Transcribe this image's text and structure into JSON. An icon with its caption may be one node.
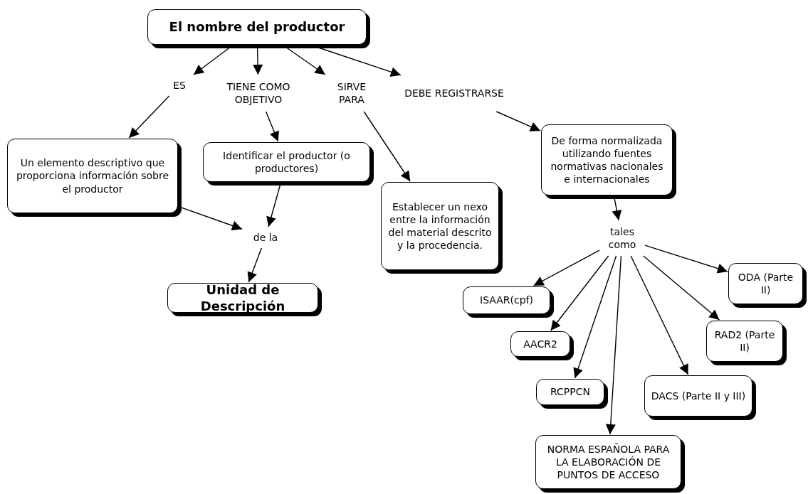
{
  "diagram": {
    "nodes": [
      {
        "text": [
          "El nombre del productor"
        ]
      },
      {
        "text": [
          "ES"
        ]
      },
      {
        "text": [
          "TIENE COMO OBJETIVO"
        ]
      },
      {
        "text": [
          "SIRVE PARA"
        ]
      },
      {
        "text": [
          "DEBE REGISTRARSE"
        ]
      },
      {
        "text": [
          "Un elemento descriptivo que proporciona información sobre el productor"
        ]
      },
      {
        "text": [
          "Identificar el productor (o productores)"
        ]
      },
      {
        "text": [
          "de la"
        ]
      },
      {
        "text": [
          "Unidad de Descripción"
        ]
      },
      {
        "text": [
          "Establecer un nexo entre la información del material descrito y la procedencia."
        ]
      },
      {
        "text": [
          "De forma normalizada utilizando fuentes normativas nacionales e internacionales"
        ]
      },
      {
        "text": [
          "tales como"
        ]
      },
      {
        "text": [
          "ISAAR(cpf)"
        ]
      },
      {
        "text": [
          "AACR2"
        ]
      },
      {
        "text": [
          "RCPPCN"
        ]
      },
      {
        "text": [
          "NORMA ESPAÑOLA PARA LA ELABORACIÓN DE PUNTOS DE ACCESO"
        ]
      },
      {
        "text": [
          "DACS (Parte II y III)"
        ]
      },
      {
        "text": [
          "RAD2 (Parte II)"
        ]
      },
      {
        "text": [
          "ODA (Parte II)"
        ]
      }
    ],
    "edges": [
      {
        "from": 0,
        "to": 1,
        "arrow": "to"
      },
      {
        "from": 0,
        "to": 2,
        "arrow": "to"
      },
      {
        "from": 0,
        "to": 3,
        "arrow": "to"
      },
      {
        "from": 0,
        "to": 4,
        "arrow": "to"
      },
      {
        "from": 1,
        "to": 5,
        "arrow": "to"
      },
      {
        "from": 2,
        "to": 6,
        "arrow": "to"
      },
      {
        "from": 3,
        "to": 9,
        "arrow": "to"
      },
      {
        "from": 4,
        "to": 10,
        "arrow": "to"
      },
      {
        "from": 5,
        "to": 7,
        "arrow": "to"
      },
      {
        "from": 6,
        "to": 7,
        "arrow": "to"
      },
      {
        "from": 7,
        "to": 8,
        "arrow": "to"
      },
      {
        "from": 10,
        "to": 11,
        "arrow": "to"
      },
      {
        "from": 11,
        "to": 12,
        "arrow": "to"
      },
      {
        "from": 11,
        "to": 13,
        "arrow": "to"
      },
      {
        "from": 11,
        "to": 14,
        "arrow": "to"
      },
      {
        "from": 11,
        "to": 15,
        "arrow": "to"
      },
      {
        "from": 11,
        "to": 16,
        "arrow": "to"
      },
      {
        "from": 11,
        "to": 17,
        "arrow": "to"
      },
      {
        "from": 11,
        "to": 18,
        "arrow": "to"
      }
    ]
  }
}
